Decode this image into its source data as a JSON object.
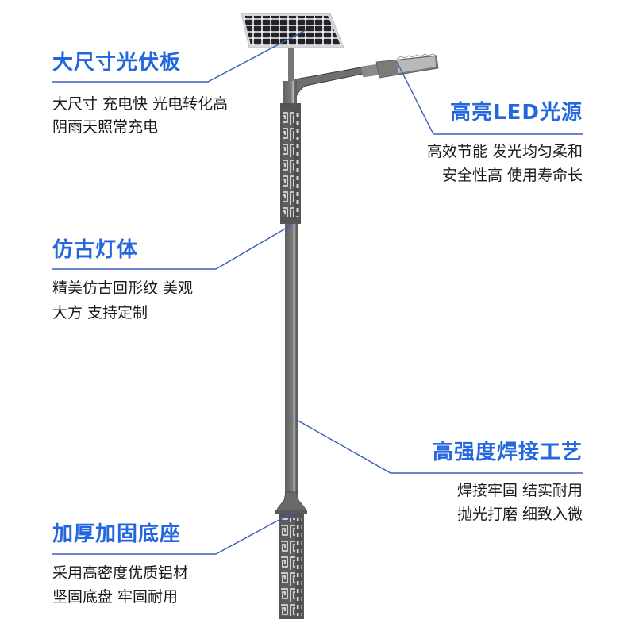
{
  "colors": {
    "accent": "#2367de",
    "leader_line": "#3a5fb8",
    "text": "#1a1a1a",
    "pole": "#6e6e6e",
    "panel": "#1e1f22"
  },
  "callouts": [
    {
      "id": "solar-panel",
      "title": "大尺寸光伏板",
      "lines": [
        "大尺寸 充电快 光电转化高",
        "阴雨天照常充电"
      ]
    },
    {
      "id": "led-source",
      "title": "高亮LED光源",
      "lines": [
        "高效节能 发光均匀柔和",
        "安全性高 使用寿命长"
      ]
    },
    {
      "id": "antique-body",
      "title": "仿古灯体",
      "lines": [
        "精美仿古回形纹 美观",
        "大方 支持定制"
      ]
    },
    {
      "id": "welding",
      "title": "高强度焊接工艺",
      "lines": [
        "焊接牢固 结实耐用",
        "抛光打磨 细致入微"
      ]
    },
    {
      "id": "base",
      "title": "加厚加固底座",
      "lines": [
        "采用高密度优质铝材",
        "坚固底盘 牢固耐用"
      ]
    }
  ],
  "illustration": {
    "subject": "solar-street-light",
    "parts": [
      "solar-panel",
      "lamp-arm",
      "led-lamp-head",
      "decorative-sleeve",
      "pole",
      "decorative-base"
    ]
  }
}
